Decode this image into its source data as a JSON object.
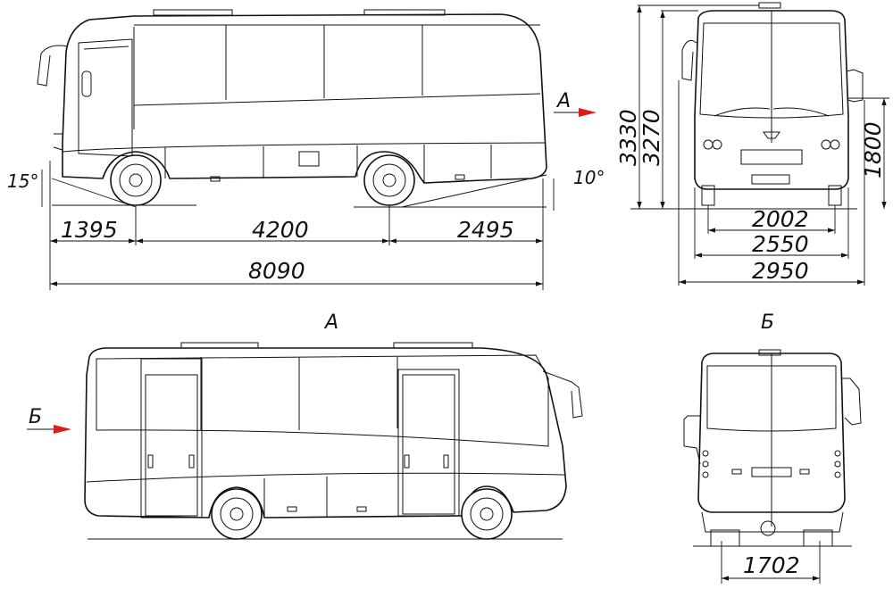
{
  "drawing": {
    "dimensions": {
      "front_overhang": "1395",
      "wheelbase": "4200",
      "rear_overhang": "2495",
      "overall_length": "8090",
      "overall_height": "3330",
      "body_height": "3270",
      "floor_height": "1800",
      "track_front": "2002",
      "body_width": "2550",
      "mirror_width": "2950",
      "track_rear": "1702"
    },
    "angles": {
      "approach": "15°",
      "departure": "10°"
    },
    "views": {
      "view_a_label": "A",
      "view_b_label": "Б",
      "arrow_a_label": "A",
      "arrow_b_label": "Б"
    },
    "colors": {
      "line": "#111111",
      "view_arrow": "#d81e1e",
      "background": "#ffffff"
    }
  }
}
